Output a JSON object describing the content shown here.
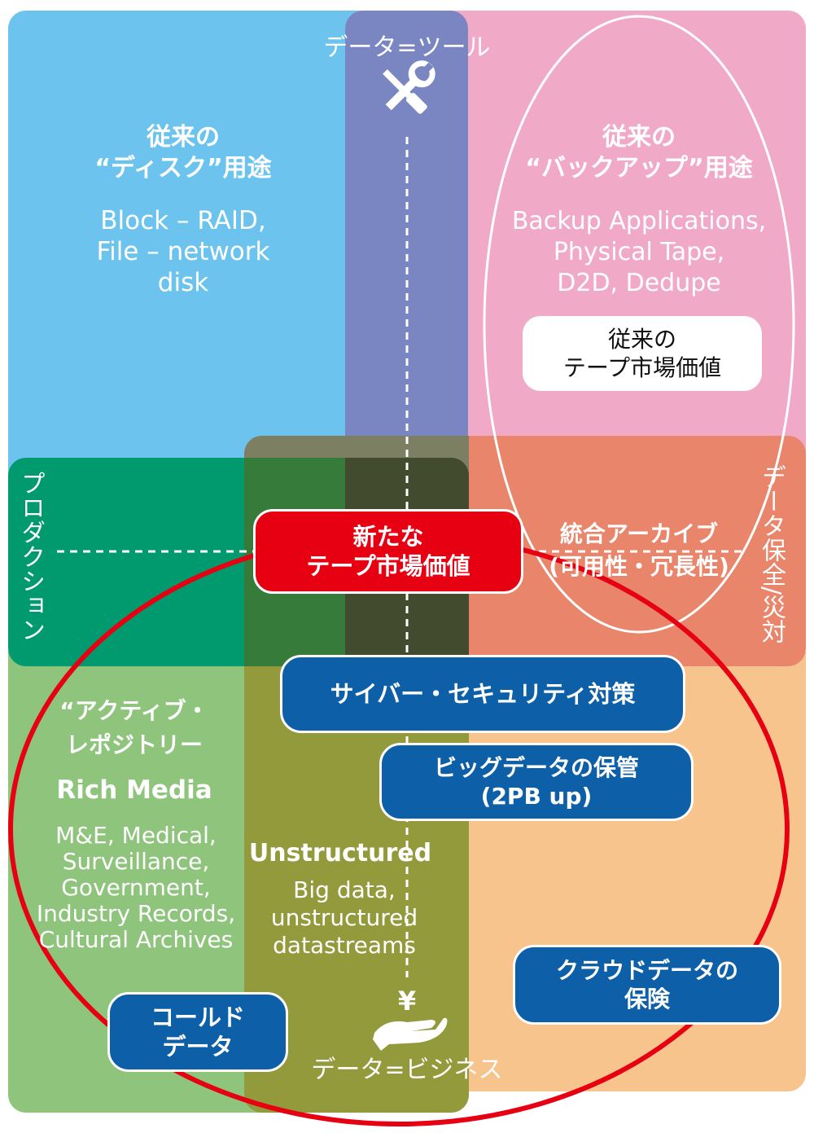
{
  "axes": {
    "top": "データ=ツール",
    "bottom": "データ=ビジネス",
    "left": "プロダクション",
    "right": "データ保全/災対"
  },
  "quadrants": {
    "disk": {
      "title": [
        "従来の",
        "“ディスク”用途"
      ],
      "body": [
        "Block – RAID,",
        "File – network",
        "disk"
      ]
    },
    "backup": {
      "title": [
        "従来の",
        "“バックアップ”用途"
      ],
      "body": [
        "Backup Applications,",
        "Physical Tape,",
        "D2D, Dedupe"
      ],
      "value_box": [
        "従来の",
        "テープ市場価値"
      ]
    },
    "active": {
      "title": [
        "“アクティブ・",
        "レポジトリー"
      ],
      "subtitle": "Rich Media",
      "body": [
        "M&E, Medical,",
        "Surveillance,",
        "Government,",
        "Industry Records,",
        "Cultural Archives"
      ]
    },
    "unstructured": {
      "title": "Unstructured",
      "body": [
        "Big data,",
        "unstructured",
        "datastreams"
      ]
    },
    "archive": {
      "title": [
        "統合アーカイブ",
        "(可用性・冗長性)"
      ]
    }
  },
  "center_box": [
    "新たな",
    "テープ市場価値"
  ],
  "feature_boxes": {
    "cyber": [
      "サイバー・セキュリティ対策"
    ],
    "bigdata": [
      "ビッグデータの保管",
      "(2PB up)"
    ],
    "cloud": [
      "クラウドデータの",
      "保険"
    ],
    "cold": [
      "コールド",
      "データ"
    ]
  },
  "icons": {
    "tool": "wrench-screwdriver-icon",
    "business": "yen-hand-icon"
  },
  "colors": {
    "blue": "#6cc4ee",
    "purple": "#7a86c1",
    "pink": "#f0aac8",
    "green": "#019a6e",
    "salmon": "#e8856a",
    "lightgreen": "#8fc47d",
    "olive": "#929a3c",
    "orange": "#f6c48c",
    "red": "#e60012",
    "navy": "#0d5fa8"
  }
}
